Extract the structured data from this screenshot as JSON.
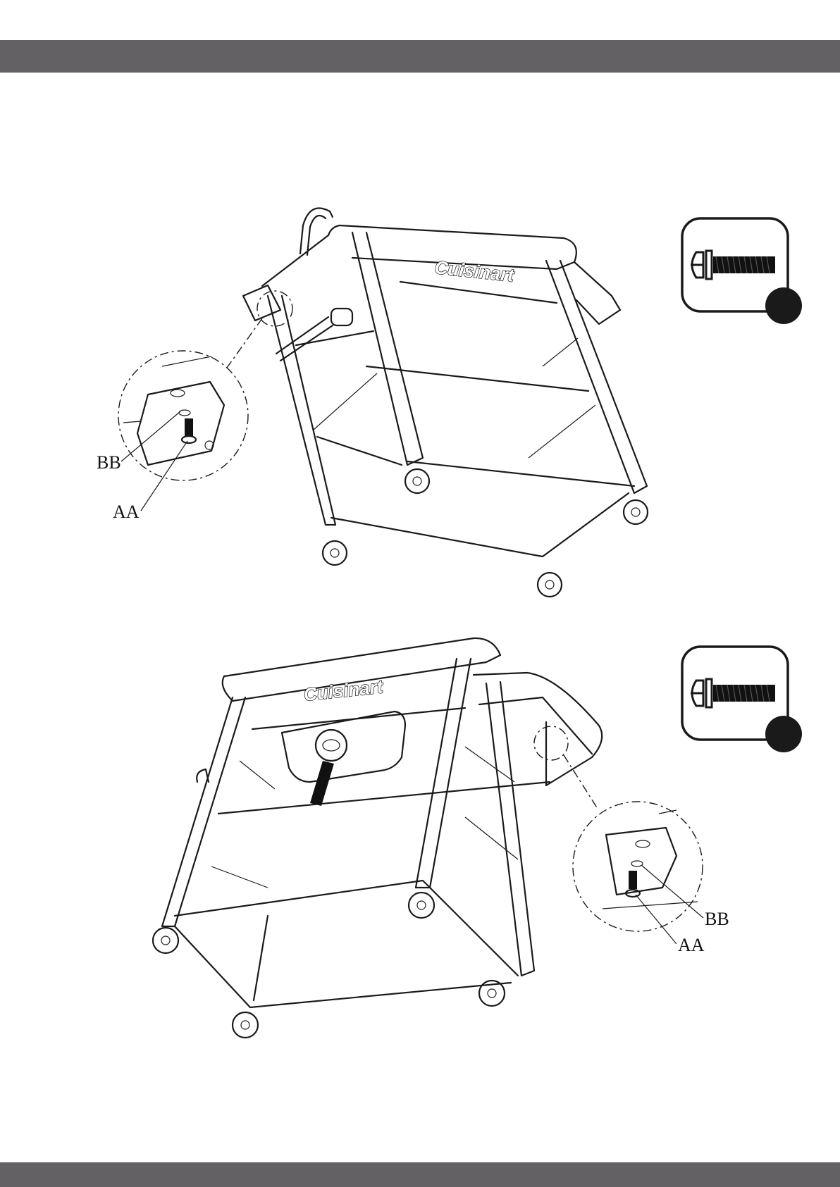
{
  "steps": [
    {
      "brand": "Cuisinart",
      "callouts": {
        "washer": "BB",
        "screw": "AA"
      },
      "badge": {
        "qty": ""
      }
    },
    {
      "brand": "Cuisinart",
      "callouts": {
        "washer": "BB",
        "screw": "AA"
      },
      "badge": {
        "qty": ""
      }
    }
  ],
  "colors": {
    "band": "#636163",
    "line": "#1a1a1a",
    "badge": "#1a1a1a"
  }
}
